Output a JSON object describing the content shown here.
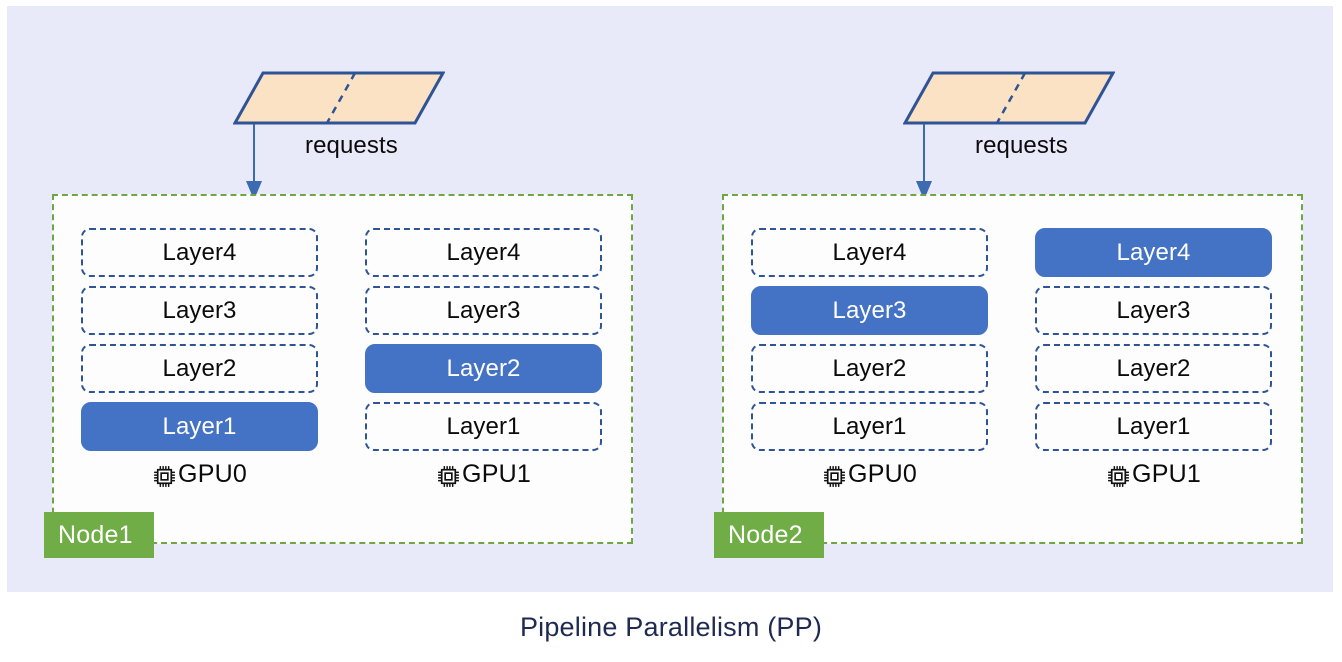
{
  "figure": {
    "caption": "Pipeline Parallelism (PP)",
    "background_color": "#E8EAFA",
    "canvas_color": "#FFFFFF",
    "accent_active_color": "#4472C4",
    "node_border_color": "#70AD47",
    "layer_border_color": "#2E5496",
    "requests_fill_color": "#FCE2C4",
    "caption_color": "#1F2A52"
  },
  "nodes": [
    {
      "badge_label": "Node1",
      "requests": {
        "label": "requests",
        "icon": "parallelogram-split-shape",
        "arrow_icon": "arrow-down-icon"
      },
      "gpus": [
        {
          "label": "GPU0",
          "icon": "chip-icon",
          "layers": [
            {
              "label": "Layer4",
              "active": false
            },
            {
              "label": "Layer3",
              "active": false
            },
            {
              "label": "Layer2",
              "active": false
            },
            {
              "label": "Layer1",
              "active": true
            }
          ]
        },
        {
          "label": "GPU1",
          "icon": "chip-icon",
          "layers": [
            {
              "label": "Layer4",
              "active": false
            },
            {
              "label": "Layer3",
              "active": false
            },
            {
              "label": "Layer2",
              "active": true
            },
            {
              "label": "Layer1",
              "active": false
            }
          ]
        }
      ]
    },
    {
      "badge_label": "Node2",
      "requests": {
        "label": "requests",
        "icon": "parallelogram-split-shape",
        "arrow_icon": "arrow-down-icon"
      },
      "gpus": [
        {
          "label": "GPU0",
          "icon": "chip-icon",
          "layers": [
            {
              "label": "Layer4",
              "active": false
            },
            {
              "label": "Layer3",
              "active": true
            },
            {
              "label": "Layer2",
              "active": false
            },
            {
              "label": "Layer1",
              "active": false
            }
          ]
        },
        {
          "label": "GPU1",
          "icon": "chip-icon",
          "layers": [
            {
              "label": "Layer4",
              "active": true
            },
            {
              "label": "Layer3",
              "active": false
            },
            {
              "label": "Layer2",
              "active": false
            },
            {
              "label": "Layer1",
              "active": false
            }
          ]
        }
      ]
    }
  ]
}
